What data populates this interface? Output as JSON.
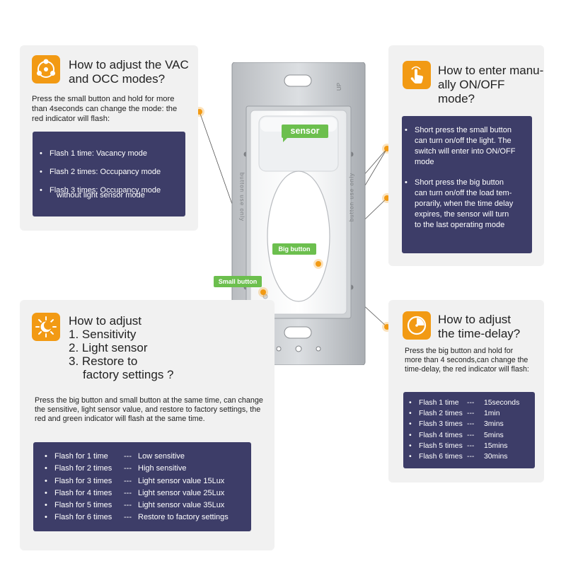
{
  "panels": {
    "vac_occ": {
      "icon": "network-nodes-icon",
      "title_line1": "How to adjust the VAC",
      "title_line2": "and OCC modes?",
      "description": "Press the small button and hold for more than 4seconds can change the mode: the red indicator will flash:",
      "items": [
        "Flash 1 time:  Vacancy mode",
        "Flash 2 times:  Occupancy mode",
        "Flash 3 times:  Occupancy mode",
        "without light sensor mode"
      ]
    },
    "manual": {
      "icon": "hand-pointer-icon",
      "title_line1": "How to enter manu-",
      "title_line2": "ally ON/OFF mode?",
      "items": [
        [
          "Short press the small button",
          "can turn on/off the light. The",
          "switch will enter into ON/OFF",
          "mode"
        ],
        [
          "Short press the big button",
          "can turn on/off the load tem-",
          "porarily, when the time delay",
          "expires, the sensor will turn",
          "to the last operating mode"
        ]
      ]
    },
    "sensitivity": {
      "icon": "sun-moon-icon",
      "title_line1": "How to adjust",
      "title_line2": "1. Sensitivity",
      "title_line3": "2. Light sensor",
      "title_line4": "3. Restore to",
      "title_line5": "factory settings ?",
      "description": "Press the big button and small button at the same time, can change the sensitive, light sensor value, and restore to factory settings, the red and green indicator will flash at the same time.",
      "items": [
        {
          "flash": "Flash for 1 time",
          "sep": "---",
          "result": "Low sensitive"
        },
        {
          "flash": "Flash for 2 times",
          "sep": "---",
          "result": "High sensitive"
        },
        {
          "flash": "Flash for 3 times",
          "sep": "---",
          "result": "Light sensor value 15Lux"
        },
        {
          "flash": "Flash for 4 times",
          "sep": "---",
          "result": "Light sensor value 25Lux"
        },
        {
          "flash": "Flash for 5 times",
          "sep": "---",
          "result": "Light sensor value 35Lux"
        },
        {
          "flash": "Flash for 6 times",
          "sep": "---",
          "result": "Restore to factory settings"
        }
      ]
    },
    "time_delay": {
      "icon": "clock-pie-icon",
      "title_line1": "How to adjust",
      "title_line2": "the time-delay?",
      "description": "Press the big button and hold for more than 4 seconds,can change the time-delay, the red indicator will flash:",
      "items": [
        {
          "flash": "Flash 1 time",
          "sep": "---",
          "result": "15seconds"
        },
        {
          "flash": "Flash 2 times",
          "sep": "---",
          "result": "1min"
        },
        {
          "flash": "Flash 3 times",
          "sep": "---",
          "result": "3mins"
        },
        {
          "flash": "Flash 4 times",
          "sep": "---",
          "result": "5mins"
        },
        {
          "flash": "Flash 5 times",
          "sep": "---",
          "result": "15mins"
        },
        {
          "flash": "Flash 6 times",
          "sep": "---",
          "result": "30mins"
        }
      ]
    }
  },
  "device": {
    "sensor_label": "sensor",
    "big_button_label": "Big button",
    "small_button_label": "Small button",
    "plate_text_left": "button use only",
    "plate_text_right": "button use only",
    "up_label": "UP"
  },
  "colors": {
    "accent": "#f29a14",
    "dark_box": "#3d3d68",
    "label_green": "#6cbf4e",
    "panel_bg": "#f1f1f1"
  }
}
